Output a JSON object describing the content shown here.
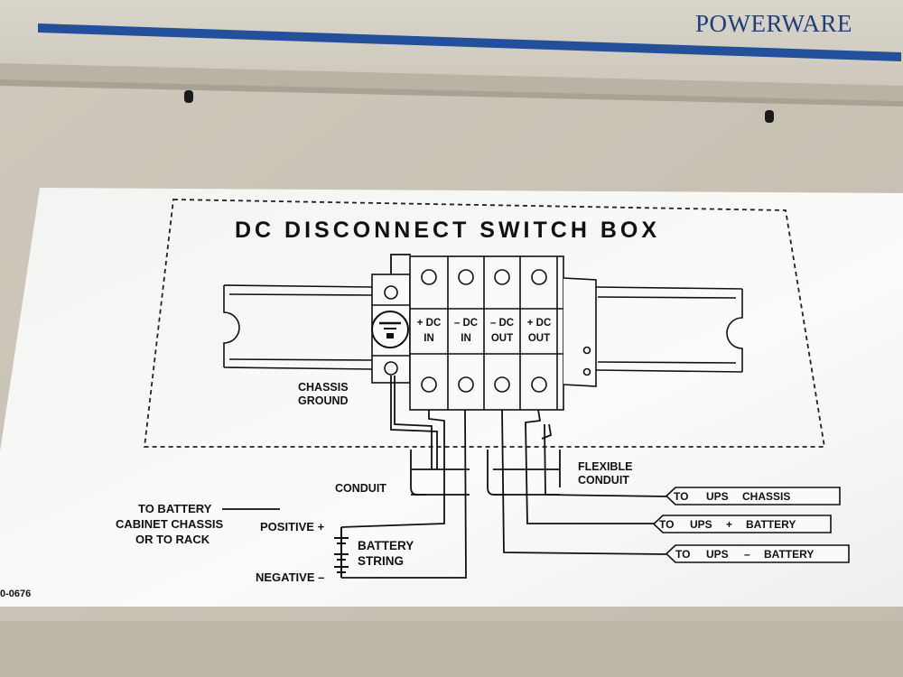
{
  "brand": {
    "name": "POWERWARE",
    "stripe_color": "#244f9a",
    "panel_color": "#d8d3c6"
  },
  "label": {
    "title": "DC DISCONNECT SWITCH BOX",
    "part_number": "0-0676",
    "ground_symbol": "chassis-ground-icon",
    "terminals": [
      {
        "top": "+ DC",
        "bottom": "IN"
      },
      {
        "top": "– DC",
        "bottom": "IN"
      },
      {
        "top": "– DC",
        "bottom": "OUT"
      },
      {
        "top": "+ DC",
        "bottom": "OUT"
      }
    ],
    "annotations": {
      "chassis_ground_1": "CHASSIS",
      "chassis_ground_2": "GROUND",
      "conduit": "CONDUIT",
      "flexible_conduit_1": "FLEXIBLE",
      "flexible_conduit_2": "CONDUIT",
      "to_battery_1": "TO BATTERY",
      "to_battery_2": "CABINET CHASSIS",
      "to_battery_3": "OR TO RACK",
      "positive": "POSITIVE +",
      "negative": "NEGATIVE –",
      "battery_string_1": "BATTERY",
      "battery_string_2": "STRING"
    },
    "outputs": [
      {
        "parts": [
          "TO",
          "UPS",
          "CHASSIS"
        ]
      },
      {
        "parts": [
          "TO",
          "UPS",
          "+",
          "BATTERY"
        ]
      },
      {
        "parts": [
          "TO",
          "UPS",
          "–",
          "BATTERY"
        ]
      }
    ]
  }
}
